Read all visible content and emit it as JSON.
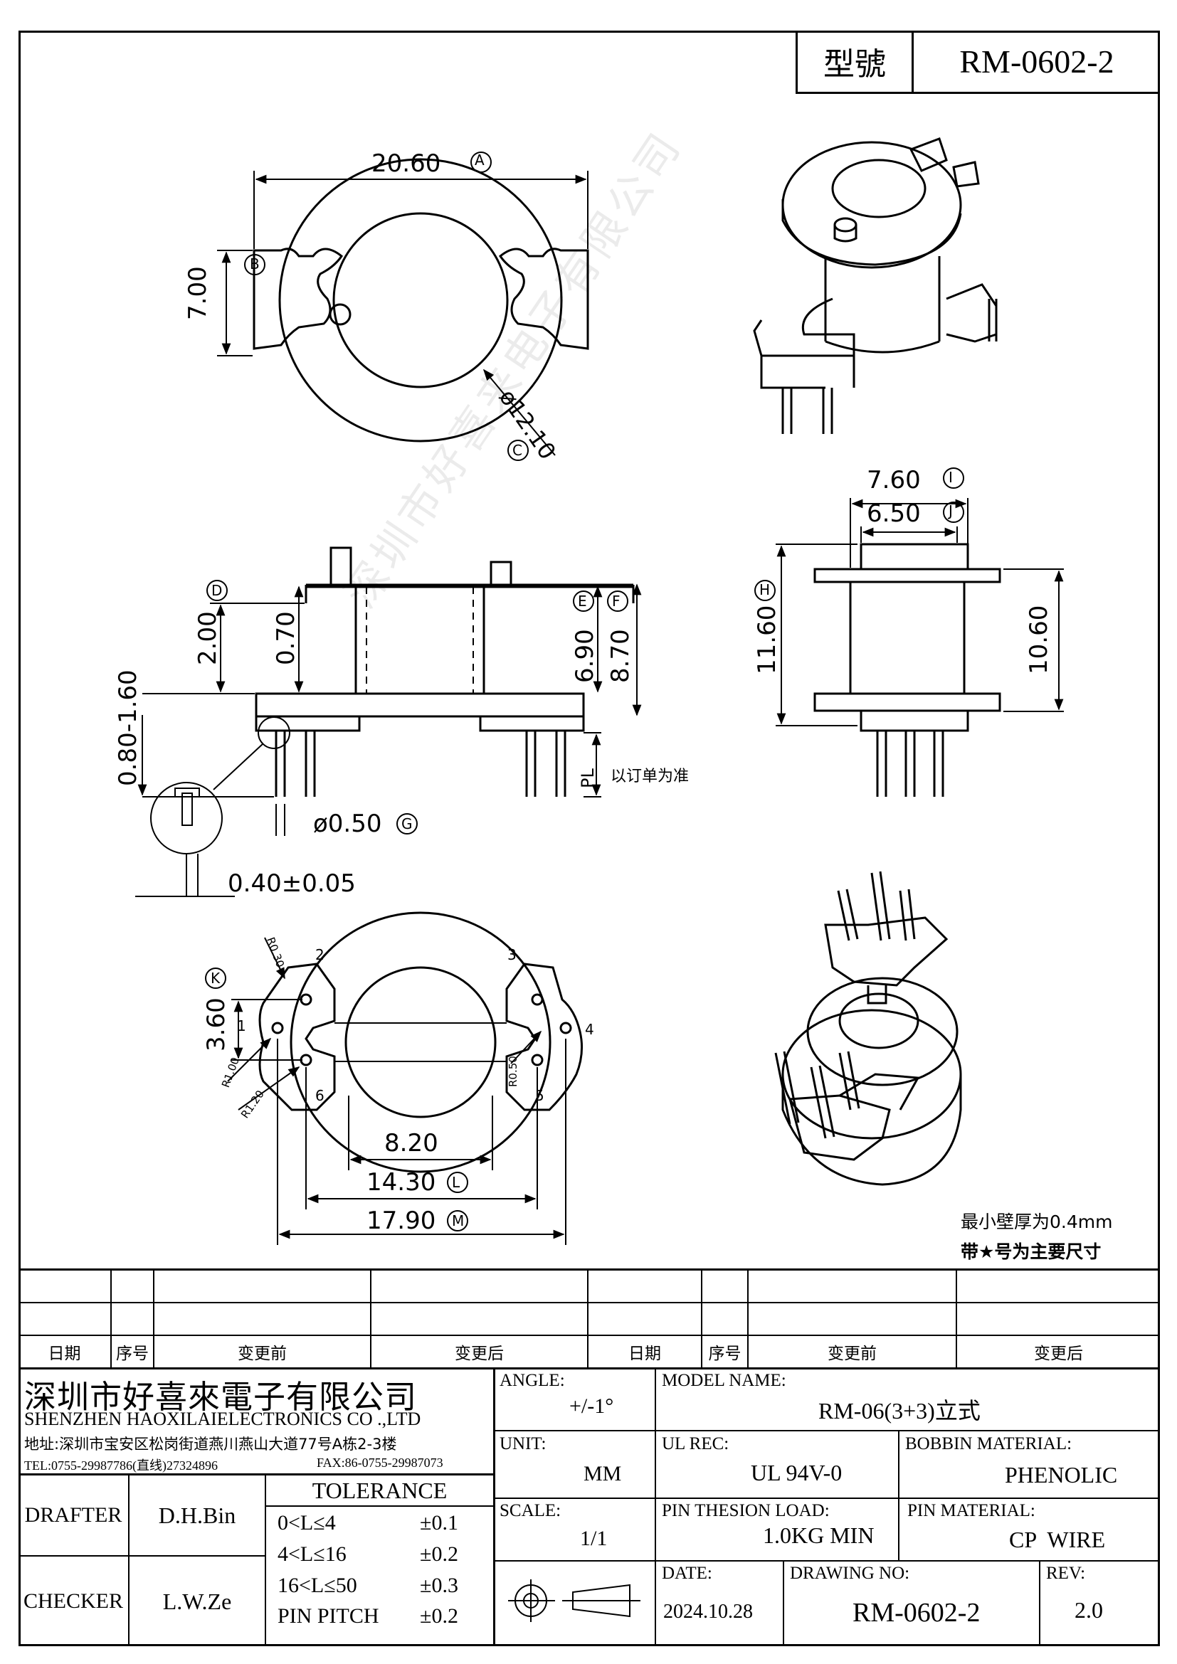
{
  "header": {
    "model_label": "型號",
    "model_value": "RM-0602-2"
  },
  "top_view": {
    "dim_width": "20.60",
    "dim_width_tag": "A",
    "dim_height": "7.00",
    "dim_height_tag": "B",
    "dim_dia": "ø12.10",
    "dim_dia_tag": "C"
  },
  "front_view": {
    "dim_flange": "2.00",
    "dim_flange_tag": "D",
    "dim_wall": "0.70",
    "dim_core": "6.90",
    "dim_core_tag": "E",
    "dim_total": "8.70",
    "dim_total_tag": "F",
    "dim_pin_range": "0.80-1.60",
    "dim_pin_dia": "ø0.50",
    "dim_pin_dia_tag": "G",
    "dim_slot": "0.40±0.05",
    "pl_label": "PL",
    "pl_note": "以订单为准"
  },
  "side_view": {
    "dim_i": "7.60",
    "dim_i_tag": "I",
    "dim_j": "6.50",
    "dim_j_tag": "J",
    "dim_h": "11.60",
    "dim_h_tag": "H",
    "dim_10": "10.60"
  },
  "bottom_view": {
    "dim_k": "3.60",
    "dim_k_tag": "K",
    "r030": "R0.30",
    "r100": "R1.00",
    "r120": "R1.20",
    "r050": "R0.50",
    "pins": [
      "1",
      "2",
      "3",
      "4",
      "5",
      "6"
    ],
    "dim_inner": "8.20",
    "dim_l": "14.30",
    "dim_l_tag": "L",
    "dim_m": "17.90",
    "dim_m_tag": "M"
  },
  "notes": {
    "wall": "最小壁厚为0.4mm",
    "key": "带★号为主要尺寸"
  },
  "watermark": "深圳市好喜来电子有限公司",
  "revision_table": {
    "headers": [
      "日期",
      "序号",
      "变更前",
      "变更后",
      "日期",
      "序号",
      "变更前",
      "变更后"
    ]
  },
  "title_block": {
    "company_cn": "深圳市好喜來電子有限公司",
    "company_en": "SHENZHEN HAOXILAIELECTRONICS CO .,LTD",
    "address": "地址:深圳市宝安区松岗街道燕川燕山大道77号A栋2-3楼",
    "tel": "TEL:0755-29987786(直线)27324896",
    "fax": "FAX:86-0755-29987073",
    "drafter_label": "DRAFTER",
    "drafter": "D.H.Bin",
    "checker_label": "CHECKER",
    "checker": "L.W.Ze",
    "tolerance_label": "TOLERANCE",
    "tolerance_rows": [
      {
        "range": "0<L≤4",
        "tol": "±0.1"
      },
      {
        "range": "4<L≤16",
        "tol": "±0.2"
      },
      {
        "range": "16<L≤50",
        "tol": "±0.3"
      },
      {
        "range": "PIN PITCH",
        "tol": "±0.2"
      }
    ],
    "angle_label": "ANGLE:",
    "angle": "+/-1°",
    "unit_label": "UNIT:",
    "unit": "MM",
    "scale_label": "SCALE:",
    "scale": "1/1",
    "model_name_label": "MODEL NAME:",
    "model_name": "RM-06(3+3)立式",
    "ul_label": "UL REC:",
    "ul": "UL 94V-0",
    "bobbin_label": "BOBBIN MATERIAL:",
    "bobbin": "PHENOLIC",
    "pin_load_label": "PIN THESION LOAD:",
    "pin_load": "1.0KG MIN",
    "pin_material_label": "PIN MATERIAL:",
    "pin_material": "CP  WIRE",
    "date_label": "DATE:",
    "date": "2024.10.28",
    "drawing_no_label": "DRAWING NO:",
    "drawing_no": "RM-0602-2",
    "rev_label": "REV:",
    "rev": "2.0"
  }
}
